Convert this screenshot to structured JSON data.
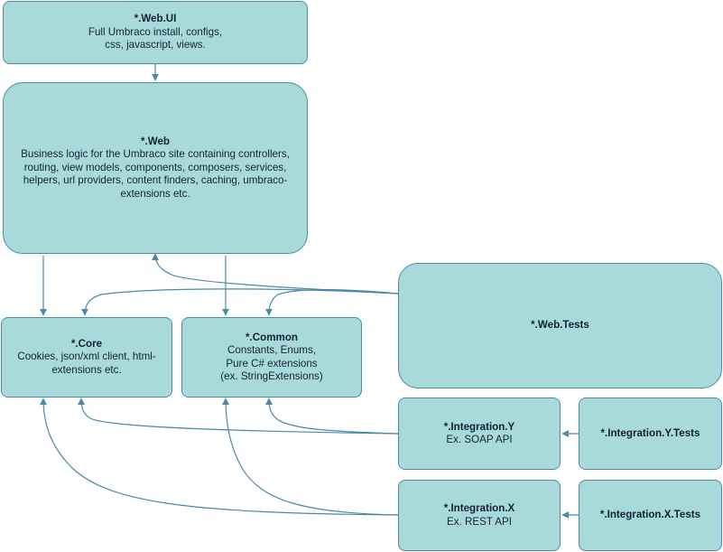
{
  "nodes": {
    "web_ui": {
      "title": "*.Web.UI",
      "desc": [
        "Full Umbraco install, configs,",
        "css, javascript, views."
      ]
    },
    "web": {
      "title": "*.Web",
      "desc": [
        "Business logic for the Umbraco site containing controllers,",
        "routing, view models, components, composers, services,",
        "helpers, url providers, content finders, caching, umbraco-",
        "extensions etc."
      ]
    },
    "core": {
      "title": "*.Core",
      "desc": [
        "Cookies, json/xml client, html-",
        "extensions etc."
      ]
    },
    "common": {
      "title": "*.Common",
      "desc": [
        "Constants, Enums,",
        "Pure C# extensions",
        "(ex. StringExtensions)"
      ]
    },
    "web_tests": {
      "title": "*.Web.Tests",
      "desc": []
    },
    "integration_y": {
      "title": "*.Integration.Y",
      "desc": [
        "Ex. SOAP API"
      ]
    },
    "integration_y_tests": {
      "title": "*.Integration.Y.Tests",
      "desc": []
    },
    "integration_x": {
      "title": "*.Integration.X",
      "desc": [
        "Ex. REST API"
      ]
    },
    "integration_x_tests": {
      "title": "*.Integration.X.Tests",
      "desc": []
    }
  },
  "edges": [
    {
      "from": "web_ui",
      "to": "web"
    },
    {
      "from": "web",
      "to": "core"
    },
    {
      "from": "web",
      "to": "common"
    },
    {
      "from": "web_tests",
      "to": "web"
    },
    {
      "from": "web_tests",
      "to": "core"
    },
    {
      "from": "web_tests",
      "to": "common"
    },
    {
      "from": "integration_y",
      "to": "core"
    },
    {
      "from": "integration_y",
      "to": "common"
    },
    {
      "from": "integration_y_tests",
      "to": "integration_y"
    },
    {
      "from": "integration_x",
      "to": "core"
    },
    {
      "from": "integration_x",
      "to": "common"
    },
    {
      "from": "integration_x_tests",
      "to": "integration_x"
    }
  ],
  "colors": {
    "node_fill": "#a9dada",
    "node_stroke": "#4a8aa8",
    "edge": "#4a8aa8",
    "text": "#112233"
  }
}
